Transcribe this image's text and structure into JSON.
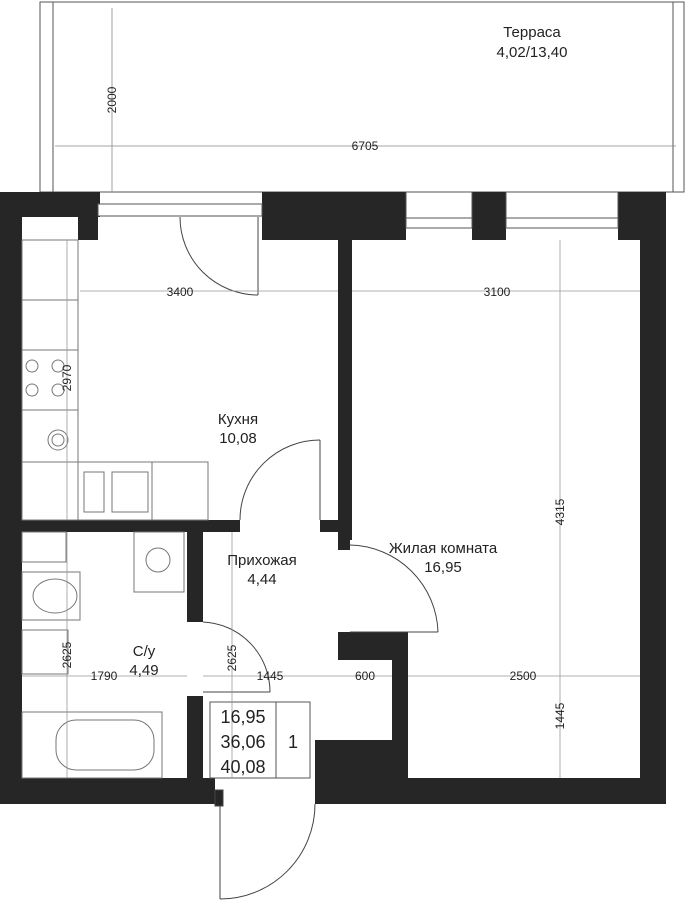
{
  "rooms": {
    "terrace": {
      "name": "Терраса",
      "area": "4,02/13,40"
    },
    "kitchen": {
      "name": "Кухня",
      "area": "10,08"
    },
    "hall": {
      "name": "Прихожая",
      "area": "4,44"
    },
    "living": {
      "name": "Жилая комната",
      "area": "16,95"
    },
    "bath": {
      "name": "С/у",
      "area": "4,49"
    }
  },
  "dimensions": {
    "terrace_depth": "2000",
    "terrace_width": "6705",
    "kitchen_width": "3400",
    "living_width": "3100",
    "kitchen_depth": "2970",
    "living_depth": "4315",
    "bath_depth": "2625",
    "hall_depth": "2625",
    "bath_width": "1790",
    "hall_width": "1445",
    "corridor_width": "600",
    "living_lower_width": "2500",
    "living_lower_depth": "1445"
  },
  "summary": {
    "living_area": "16,95",
    "total_area": "36,06",
    "total_with_terrace": "40,08",
    "rooms_count": "1"
  },
  "colors": {
    "wall": "#262626",
    "line": "#555555",
    "fixture": "#777777"
  }
}
